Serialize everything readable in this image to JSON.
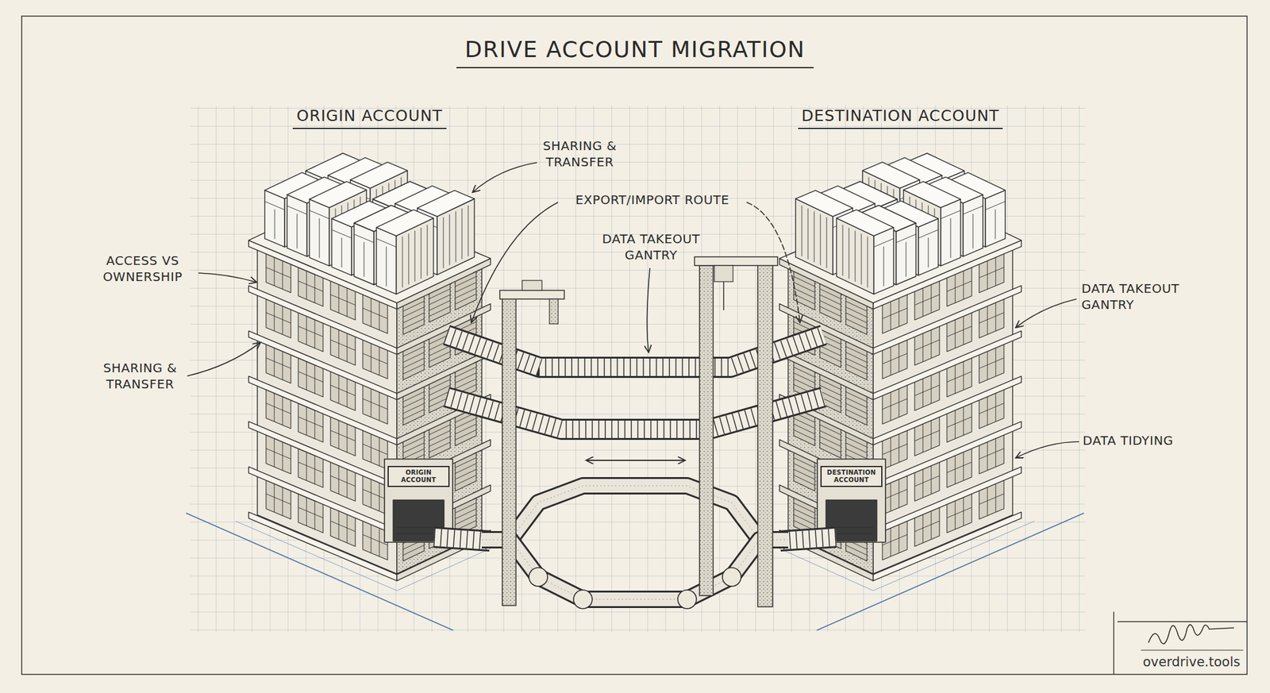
{
  "diagram": {
    "title": "DRIVE ACCOUNT MIGRATION",
    "nodes": [
      {
        "text": [
          "ORIGIN ACCOUNT"
        ]
      },
      {
        "text": [
          "ORIGIN ACCOUNT"
        ],
        "in": 0
      },
      {
        "text": [
          "DESTINATION ACCOUNT"
        ]
      },
      {
        "text": [
          "DESTINATION ACCOUNT"
        ],
        "in": 2
      }
    ],
    "edges": [
      {
        "from": 0,
        "to": 2,
        "arrow": "none"
      }
    ],
    "labels": [
      "SHARING & TRANSFER",
      "EXPORT/IMPORT ROUTE",
      "DATA TAKEOUT GANTRY",
      "ACCESS VS OWNERSHIP",
      "SHARING & TRANSFER",
      "DATA TAKEOUT GANTRY",
      "DATA TIDYING",
      "overdrive.tools"
    ]
  }
}
